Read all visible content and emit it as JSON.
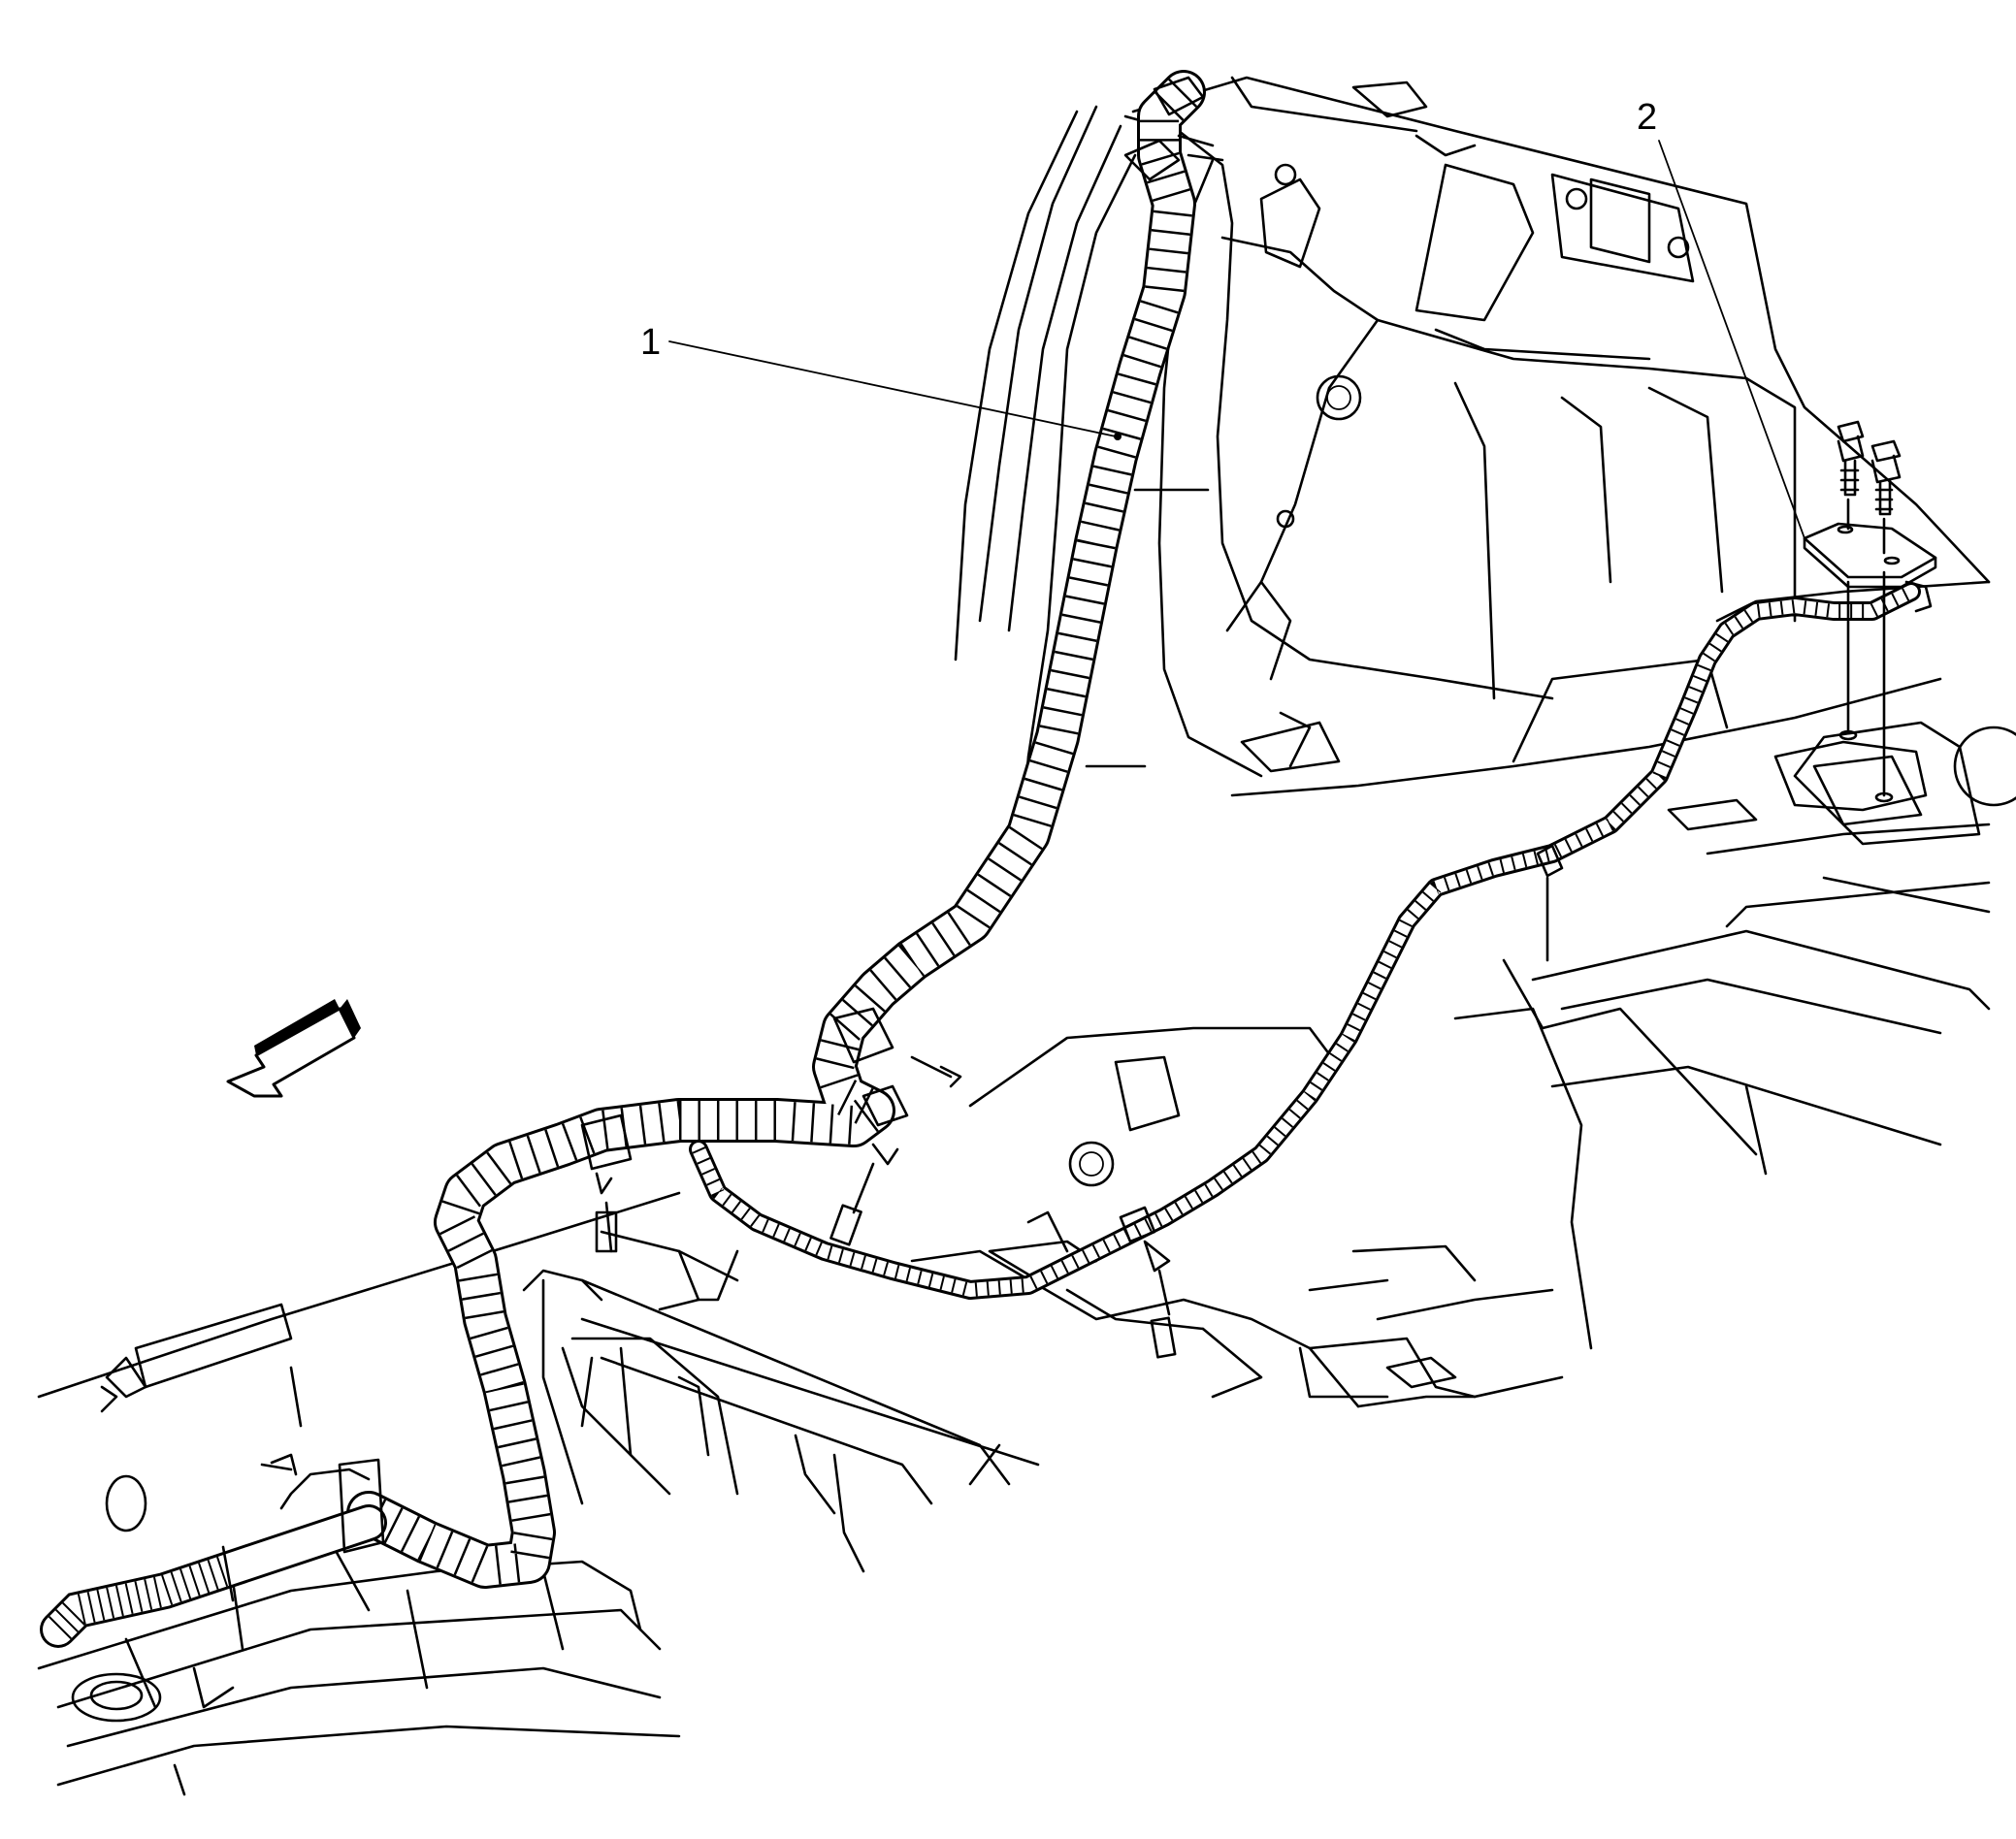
{
  "figure": {
    "background": "#ffffff",
    "ink": "#000000",
    "callouts": [
      {
        "label": "1",
        "target": "wiring-harness-main"
      },
      {
        "label": "2",
        "target": "ground-bracket"
      }
    ],
    "forward_arrow": "arrow-icon"
  }
}
